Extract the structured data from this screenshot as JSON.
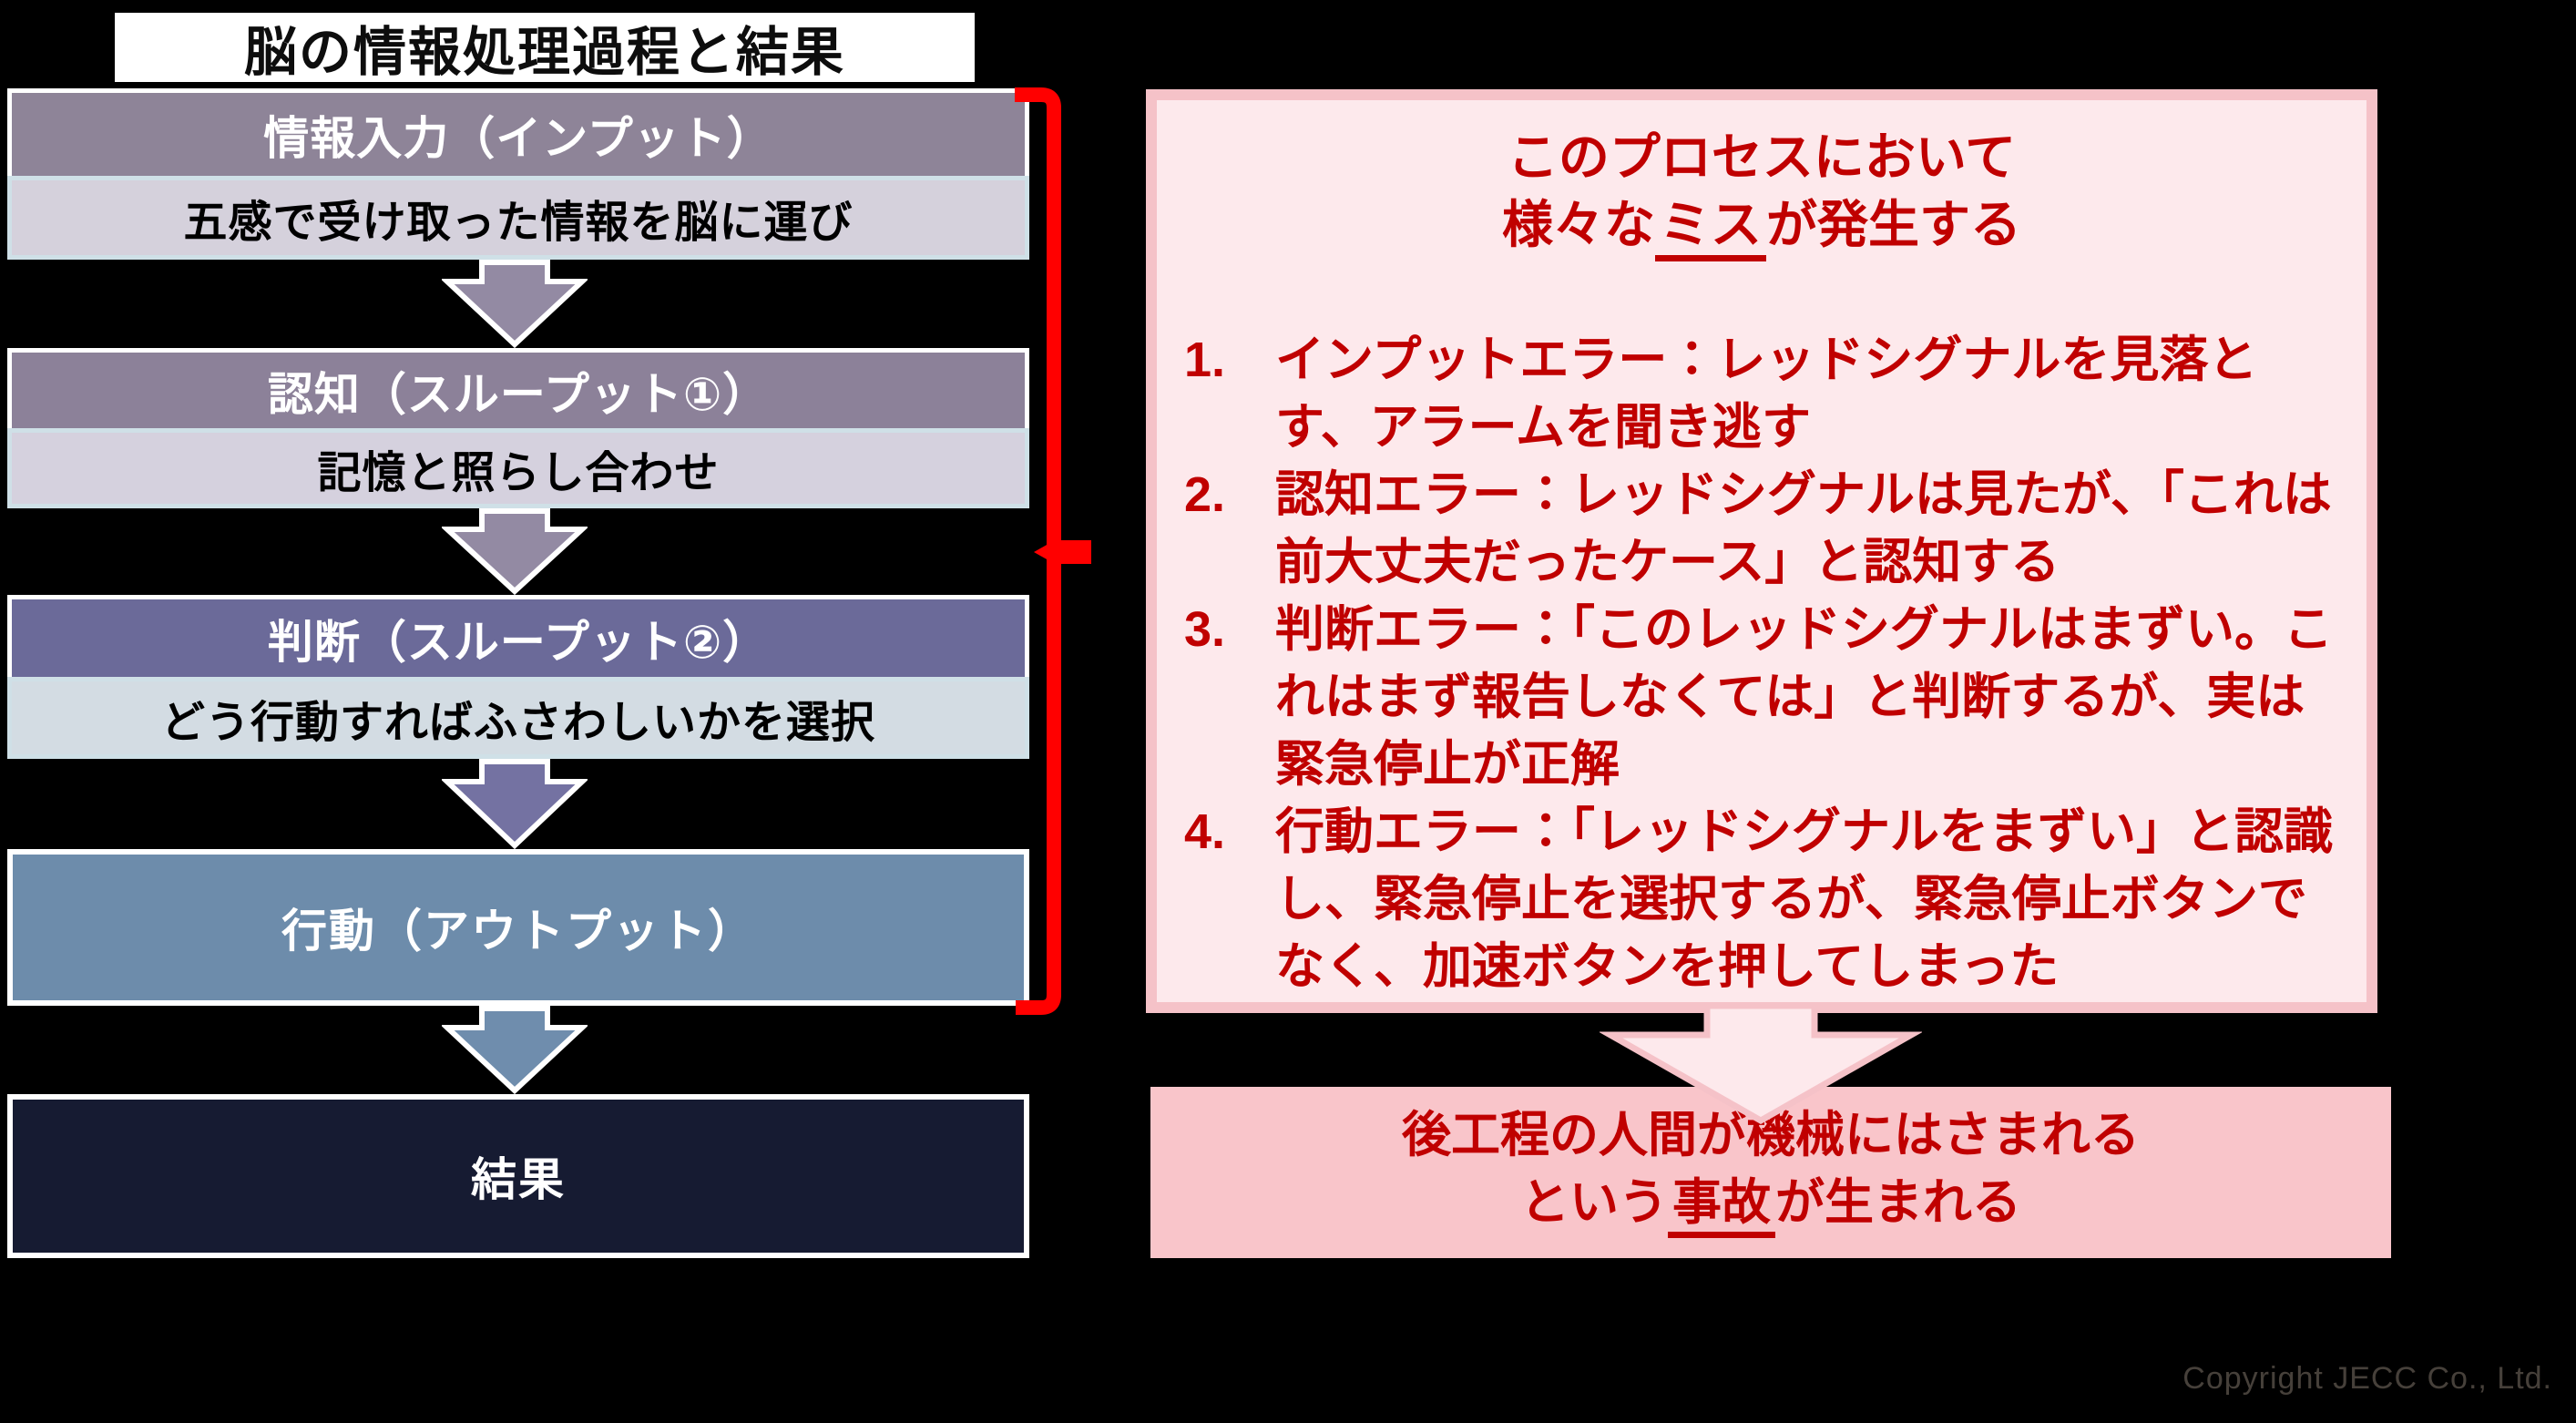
{
  "slide_title": "脳の情報処理過程と結果",
  "flow": {
    "stages": [
      {
        "header": "情報入力（インプット）",
        "body": "五感で受け取った情報を脳に運び"
      },
      {
        "header": "認知（スループット①）",
        "body": "記憶と照らし合わせ"
      },
      {
        "header": "判断（スループット②）",
        "body": "どう行動すればふさわしいかを選択"
      }
    ],
    "action_label": "行動（アウトプット）",
    "result_label": "結果"
  },
  "process_note": {
    "heading_line1": "このプロセスにおいて",
    "heading_line2_pre": "様々な",
    "heading_line2_em": "ミス",
    "heading_line2_post": "が発生する",
    "errors": [
      {
        "num": "1.",
        "text": "インプットエラー：レッドシグナルを見落とす、アラームを聞き逃す"
      },
      {
        "num": "2.",
        "text": "認知エラー：レッドシグナルは見たが、「これは前大丈夫だったケース」と認知する"
      },
      {
        "num": "3.",
        "text": "判断エラー：「このレッドシグナルはまずい。これはまず報告しなくては」と判断するが、実は緊急停止が正解"
      },
      {
        "num": "4.",
        "text": "行動エラー：「レッドシグナルをまずい」と認識し、緊急停止を選択するが、緊急停止ボタンでなく、加速ボタンを押してしまった"
      }
    ]
  },
  "outcome_note": {
    "line1": "後工程の人間が機械にはさまれる",
    "line2_pre": "という",
    "line2_em": "事故",
    "line2_post": "が生まれる"
  },
  "footer": {
    "copyright": "Copyright JECC Co., Ltd."
  },
  "colors": {
    "background": "#000000",
    "stage1_header": "#8e8498",
    "stage1_body": "#d5d1dc",
    "stage2_header": "#8c8199",
    "stage2_body": "#d5d1de",
    "stage3_header": "#6b6a99",
    "stage3_body": "#d3dce3",
    "action_box": "#6d8cab",
    "result_box": "#161b32",
    "arrow_purple": "#938aa3",
    "arrow_blue_purple": "#7472a2",
    "arrow_steel_blue": "#6f8dad",
    "bracket_red": "#ff0000",
    "note_fill": "#fde9ec",
    "note_border": "#f5c2c8",
    "note_text": "#c00000",
    "outcome_fill": "#f9c5ca",
    "copyright_text": "#46403a"
  }
}
